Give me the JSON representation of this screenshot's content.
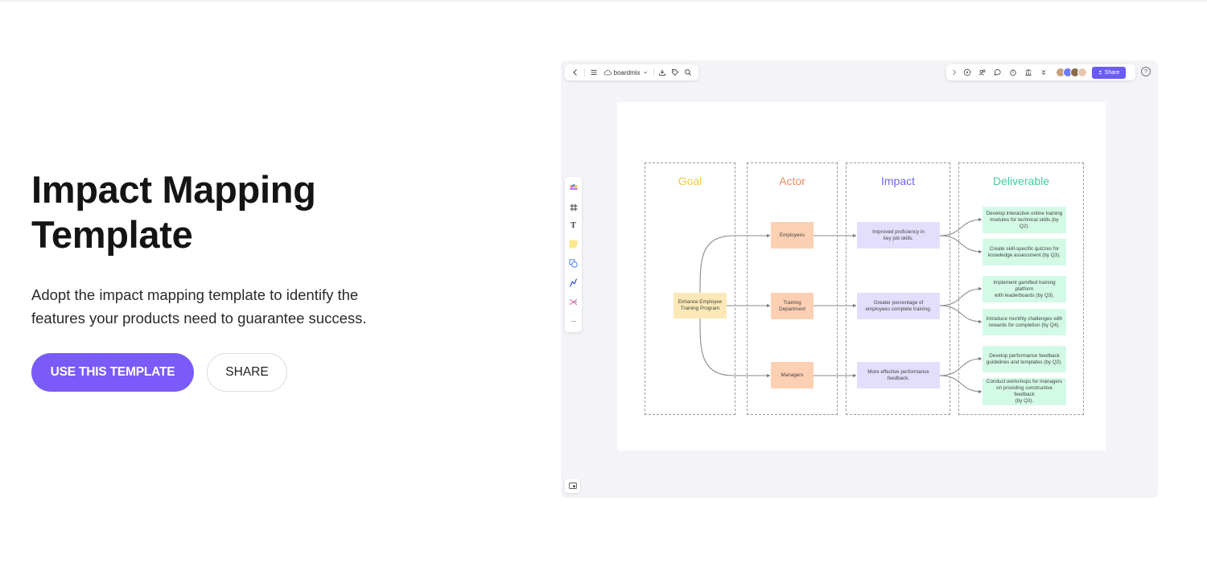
{
  "hero": {
    "title_lines": [
      "Impact Mapping",
      "Template"
    ],
    "description_lines": [
      "Adopt the impact mapping template to identify the",
      "features your products need to guarantee success."
    ],
    "primary_button": "USE THIS TEMPLATE",
    "secondary_button": "SHARE"
  },
  "app": {
    "toolbar_left": {
      "brand": "boardmix",
      "icons": [
        "back-icon",
        "menu-icon",
        "cloud-icon",
        "chevron-down-icon",
        "download-icon",
        "tag-icon",
        "search-icon"
      ]
    },
    "toolbar_right": {
      "icons": [
        "chevron-right-icon",
        "play-icon",
        "collaborate-icon",
        "comment-icon",
        "timer-icon",
        "vote-icon",
        "expand-icon"
      ],
      "share_label": "Share",
      "avatar_colors": [
        "#c9a27a",
        "#6b7cff",
        "#8a6a4a",
        "#e8c7b0"
      ]
    },
    "help_label": "?",
    "side_tools": [
      "palette-icon",
      "frame-icon",
      "text-icon",
      "sticky-note-icon",
      "shape-icon",
      "connector-icon",
      "mindmap-icon",
      "more-icon"
    ],
    "text_tool_label": "T",
    "more_label": "···"
  },
  "diagram": {
    "columns": [
      {
        "title": "Goal",
        "color": "#f6c744"
      },
      {
        "title": "Actor",
        "color": "#f58a63"
      },
      {
        "title": "Impact",
        "color": "#6d63f2"
      },
      {
        "title": "Deliverable",
        "color": "#3ccf9b"
      }
    ],
    "goal": [
      "Enhance Employee",
      "Training Program"
    ],
    "actors": [
      [
        "Employees"
      ],
      [
        "Training",
        "Department"
      ],
      [
        "Managers"
      ]
    ],
    "impacts": [
      [
        "Improved proficiency in",
        "key job skills."
      ],
      [
        "Greater percentage of",
        "employees complete training."
      ],
      [
        "More effective performance",
        "feedback."
      ]
    ],
    "deliverables": [
      [
        "Develop interactive online training",
        "modules for technical skills (by Q2)."
      ],
      [
        "Create skill-specific quizzes for",
        "knowledge assessment (by Q3)."
      ],
      [
        "Implement gamified training platform",
        "with leaderboards (by Q3)."
      ],
      [
        "Introduce monthly challenges with",
        "rewards for completion (by Q4)."
      ],
      [
        "Develop performance feedback",
        "guidelines and templates (by Q2)."
      ],
      [
        "Conduct workshops for managers",
        "on providing constructive feedback",
        "(by Q3)."
      ]
    ]
  }
}
